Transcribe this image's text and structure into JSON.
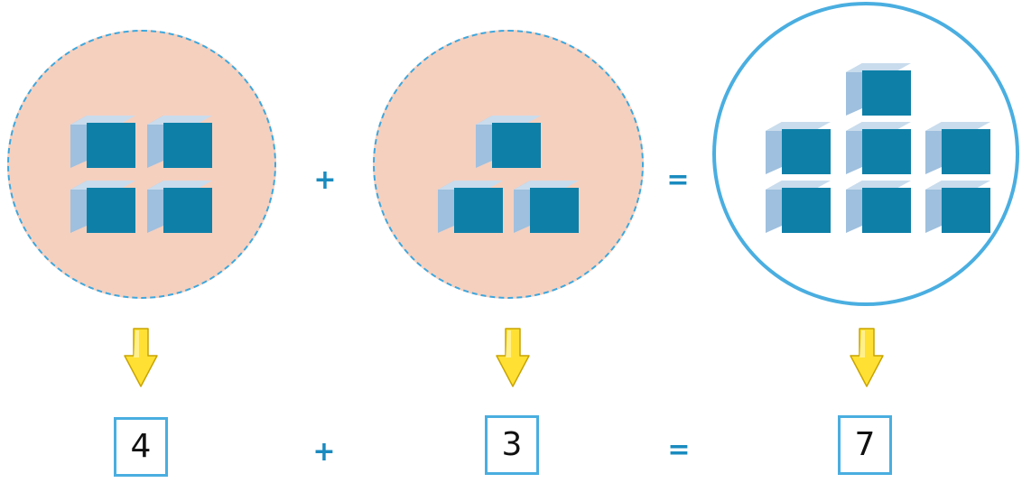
{
  "groups": [
    {
      "count": 4
    },
    {
      "count": 3
    },
    {
      "count": 7
    }
  ],
  "operators": {
    "plus": "+",
    "equals": "="
  },
  "equation": {
    "first": "4",
    "second": "3",
    "result": "7"
  },
  "colors": {
    "group_fill": "#f5d0bf",
    "outline": "#3ea7dd",
    "cube_front": "#0e80a8",
    "cube_side": "#9fc0de",
    "cube_top": "#c9dced",
    "arrow_fill": "#ffe033",
    "operator": "#1a8bbf"
  },
  "icons": {
    "cube": "cube-icon",
    "arrow": "arrow-down-icon"
  }
}
